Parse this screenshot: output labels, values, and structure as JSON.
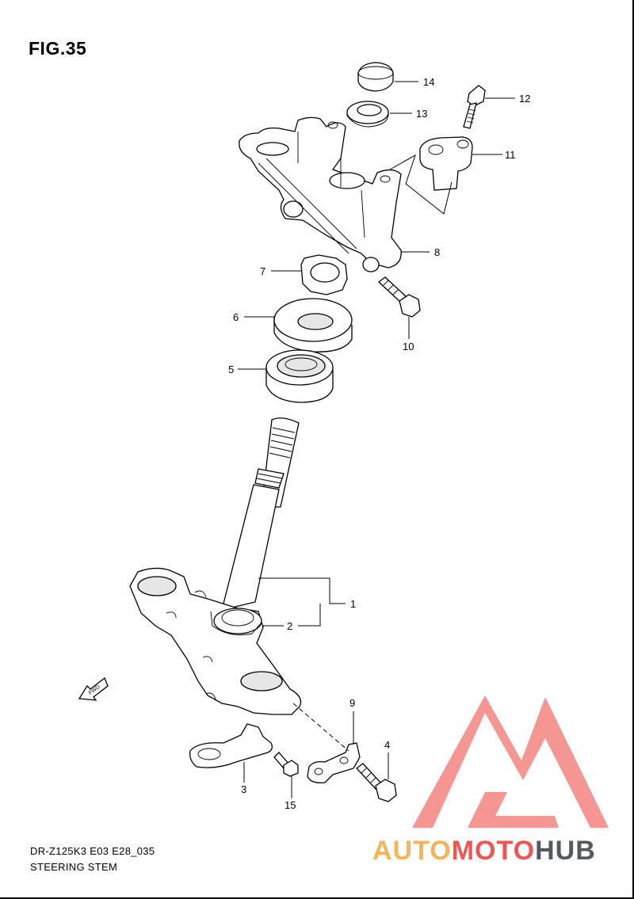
{
  "figure": {
    "title": "FIG.35",
    "model_code": "DR-Z125K3 E03 E28_035",
    "section_title": "STEERING STEM",
    "fwd_label": "FWD"
  },
  "callouts": [
    {
      "id": "c1",
      "label": "1"
    },
    {
      "id": "c2",
      "label": "2"
    },
    {
      "id": "c3",
      "label": "3"
    },
    {
      "id": "c4",
      "label": "4"
    },
    {
      "id": "c5",
      "label": "5"
    },
    {
      "id": "c6",
      "label": "6"
    },
    {
      "id": "c7",
      "label": "7"
    },
    {
      "id": "c8",
      "label": "8"
    },
    {
      "id": "c9",
      "label": "9"
    },
    {
      "id": "c10",
      "label": "10"
    },
    {
      "id": "c11",
      "label": "11"
    },
    {
      "id": "c12",
      "label": "12"
    },
    {
      "id": "c13",
      "label": "13"
    },
    {
      "id": "c14",
      "label": "14"
    },
    {
      "id": "c15",
      "label": "15"
    }
  ],
  "watermark": {
    "part1": "AUTO",
    "part2": "MOTO",
    "part3": "HUB",
    "colors": {
      "auto": "#f6b35a",
      "moto": "#f0554f",
      "hub": "#555a60"
    }
  }
}
